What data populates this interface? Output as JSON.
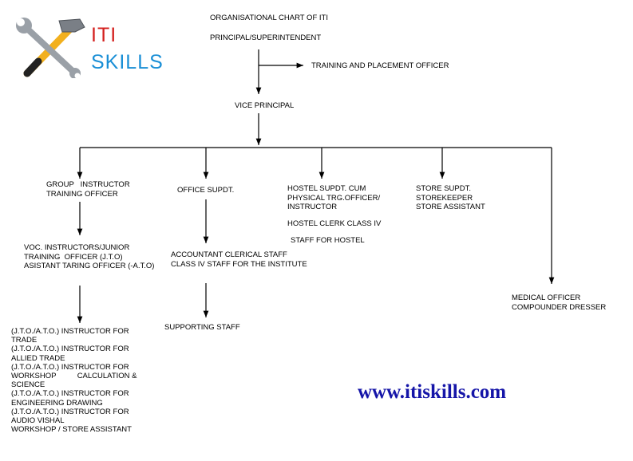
{
  "logo": {
    "line1": "ITI",
    "line2": "SKILLS",
    "icon": "crossed-tools-icon"
  },
  "chart": {
    "title": "ORGANISATIONAL CHART OF ITI",
    "principal": "PRINCIPAL/SUPERINTENDENT",
    "tpo": "TRAINING AND PLACEMENT OFFICER",
    "vice_principal": "VICE PRINCIPAL",
    "group_instructor": "GROUP   INSTRUCTOR\nTRAINING OFFICER",
    "voc_instructors": "VOC. INSTRUCTORS/JUNIOR\nTRAINING  OFFICER (J.T.O)\nASISTANT TARING OFFICER (-A.T.O)",
    "trade_instructors": "(J.T.O./A.T.O.) INSTRUCTOR FOR\nTRADE\n(J.T.O./A.T.O.) INSTRUCTOR FOR\nALLIED TRADE\n(J.T.O./A.T.O.) INSTRUCTOR FOR\nWORKSHOP          CALCULATION &\nSCIENCE\n(J.T.O./A.T.O.) INSTRUCTOR FOR\nENGINEERING DRAWING\n(J.T.O./A.T.O.) INSTRUCTOR FOR\nAUDIO VISHAL\nWORKSHOP / STORE ASSISTANT",
    "office_supdt": "OFFICE SUPDT.",
    "accountant": "ACCOUNTANT CLERICAL STAFF\nCLASS IV STAFF FOR THE INSTITUTE",
    "supporting_staff": "SUPPORTING STAFF",
    "hostel_supdt": "HOSTEL SUPDT. CUM\nPHYSICAL TRG.OFFICER/\nINSTRUCTOR",
    "hostel_clerk": "HOSTEL CLERK CLASS IV",
    "hostel_staff": "STAFF FOR HOSTEL",
    "store": "STORE SUPDT.\nSTOREKEEPER\nSTORE ASSISTANT",
    "medical": "MEDICAL OFFICER\nCOMPOUNDER DRESSER"
  },
  "footer": {
    "url": "www.itiskills.com"
  },
  "colors": {
    "iti_red": "#d4201e",
    "skills_blue": "#1a8fd6",
    "url_blue": "#1515a8",
    "line": "#000000"
  }
}
